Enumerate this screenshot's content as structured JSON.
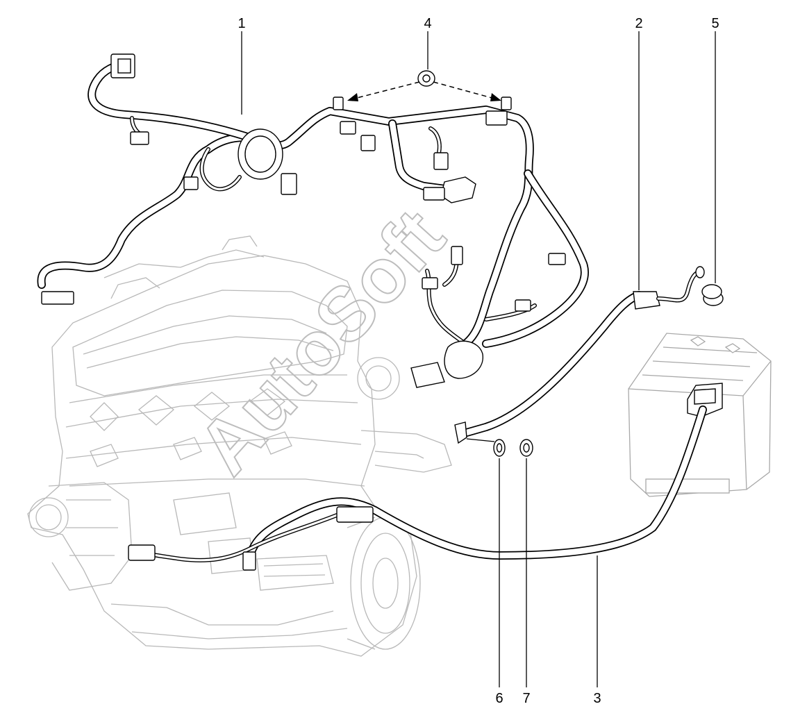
{
  "callouts": [
    {
      "id": "1",
      "text": "1"
    },
    {
      "id": "2",
      "text": "2"
    },
    {
      "id": "3",
      "text": "3"
    },
    {
      "id": "4",
      "text": "4"
    },
    {
      "id": "5",
      "text": "5"
    },
    {
      "id": "6",
      "text": "6"
    },
    {
      "id": "7",
      "text": "7"
    }
  ],
  "watermark": "AutoSoft",
  "colors": {
    "line": "#000000",
    "engine": "#b8b8b8",
    "background": "#ffffff"
  }
}
